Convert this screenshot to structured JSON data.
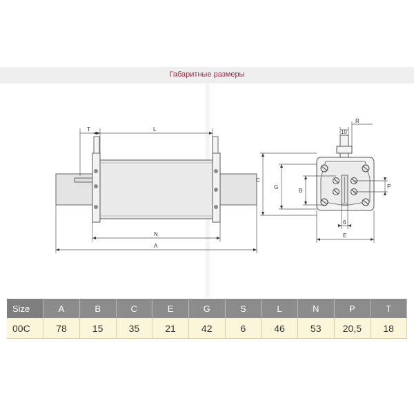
{
  "header": {
    "title": "Габаритные размеры"
  },
  "drawing": {
    "side_labels": {
      "T": "T",
      "L": "L",
      "N": "N",
      "A": "A"
    },
    "end_labels": {
      "R": "R",
      "ten": "10",
      "C": "C",
      "G": "G",
      "B": "B",
      "P": "P",
      "six": "6",
      "E": "E"
    }
  },
  "table": {
    "headers": [
      "Size",
      "A",
      "B",
      "C",
      "E",
      "G",
      "S",
      "L",
      "N",
      "P",
      "T"
    ],
    "rows": [
      [
        "00C",
        "78",
        "15",
        "35",
        "21",
        "42",
        "6",
        "46",
        "53",
        "20,5",
        "18"
      ]
    ]
  },
  "colors": {
    "title": "#9b2a3c",
    "header_bg": "#8c8c8c",
    "row_bg": "#fbf6d9",
    "band_bg": "#efefef"
  }
}
